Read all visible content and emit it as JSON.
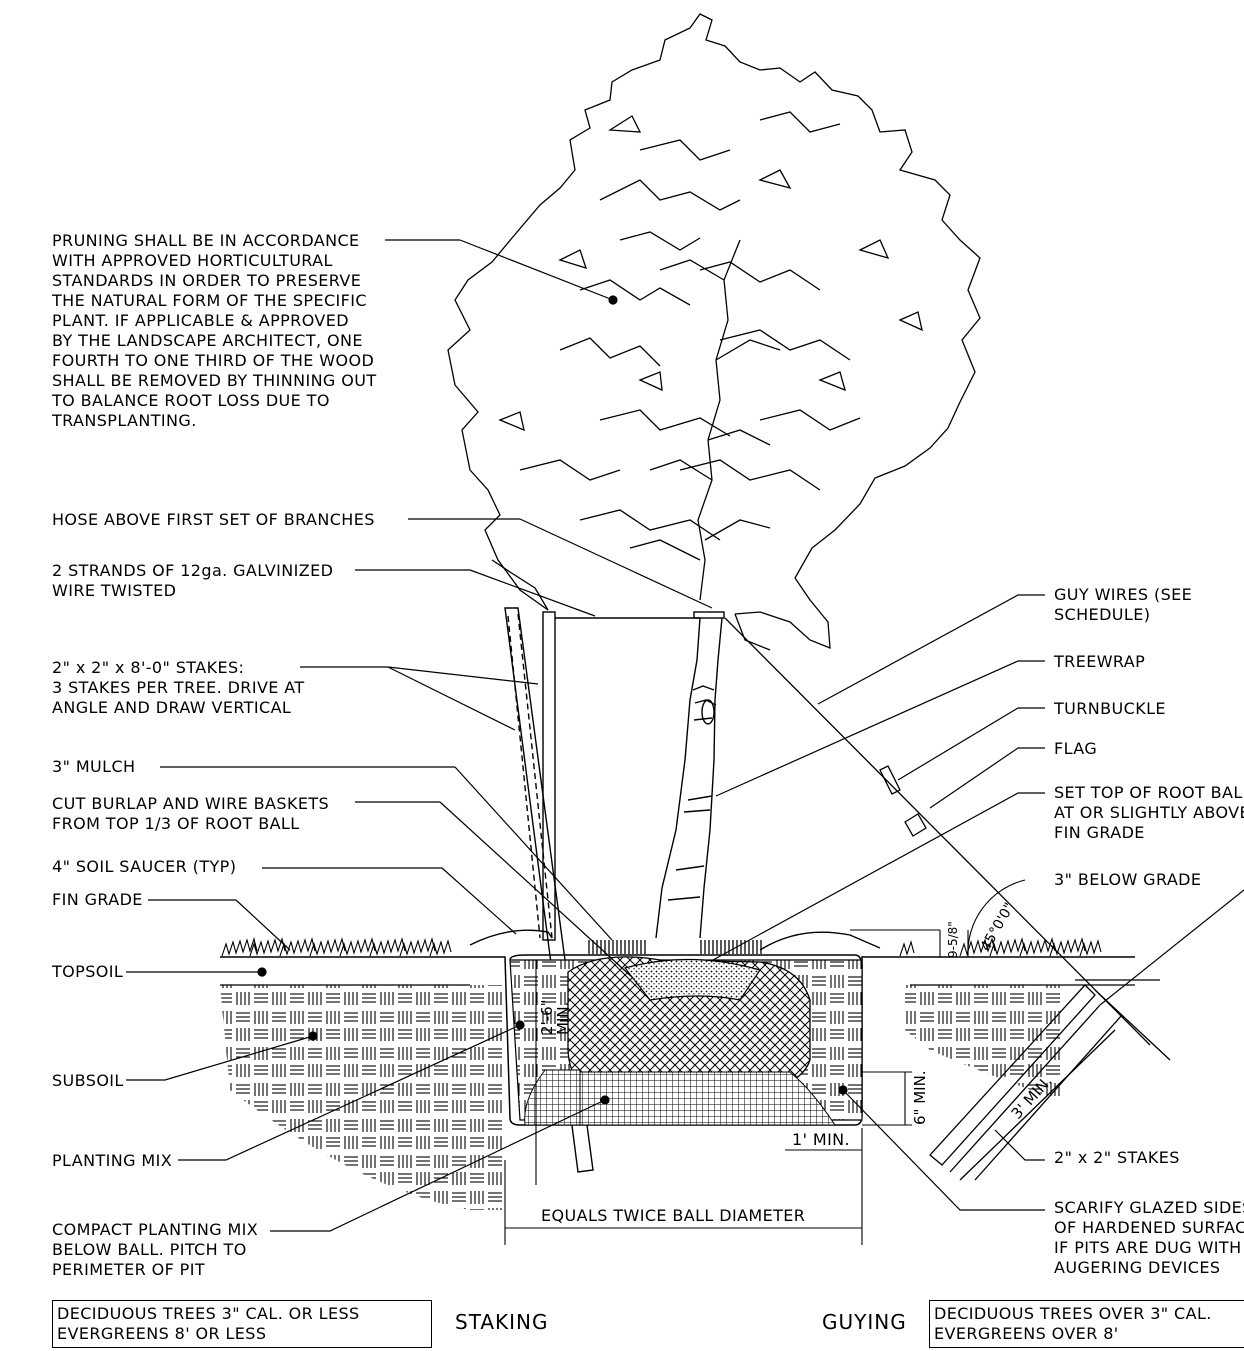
{
  "notes": {
    "pruning": "PRUNING SHALL BE IN ACCORDANCE\nWITH APPROVED HORTICULTURAL\nSTANDARDS IN ORDER TO PRESERVE\nTHE NATURAL FORM OF THE SPECIFIC\nPLANT. IF APPLICABLE & APPROVED\nBY THE LANDSCAPE ARCHITECT, ONE\nFOURTH TO ONE THIRD OF THE WOOD\nSHALL BE REMOVED BY THINNING OUT\nTO BALANCE ROOT LOSS DUE TO\nTRANSPLANTING.",
    "hose": "HOSE ABOVE FIRST SET OF BRANCHES",
    "strands": "2 STRANDS OF 12ga. GALVINIZED\nWIRE TWISTED",
    "stakes": "2\" x 2\" x 8'-0\" STAKES:\n3 STAKES PER TREE. DRIVE AT\nANGLE AND DRAW VERTICAL",
    "mulch": "3\" MULCH",
    "burlap": "CUT BURLAP AND WIRE BASKETS\nFROM TOP 1/3 OF ROOT BALL",
    "saucer": "4\" SOIL SAUCER (TYP)",
    "fin_grade": "FIN GRADE",
    "topsoil": "TOPSOIL",
    "subsoil": "SUBSOIL",
    "planting_mix": "PLANTING MIX",
    "compact": "COMPACT PLANTING MIX\nBELOW BALL. PITCH TO\nPERIMETER OF PIT",
    "guy_wires": "GUY WIRES (SEE\nSCHEDULE)",
    "treewrap": "TREEWRAP",
    "turnbuckle": "TURNBUCKLE",
    "flag": "FLAG",
    "set_top": "SET TOP OF ROOT BALL\nAT OR SLIGHTLY ABOVE\nFIN GRADE",
    "below_grade": "3\" BELOW GRADE",
    "stakes_2x2": "2\" x 2\" STAKES",
    "scarify": "SCARIFY GLAZED SIDES\nOF HARDENED SURFACE\nIF PITS ARE DUG WITH\nAUGERING DEVICES"
  },
  "dimensions": {
    "depth": "2'-6\"\nMIN.",
    "six_min": "6\" MIN.",
    "one_min": "1' MIN.",
    "twice": "EQUALS TWICE BALL DIAMETER",
    "nine_five_eighths": "9-5/8\"",
    "angle": "45°0'0\"",
    "three_min": "3' MIN."
  },
  "footer": {
    "left_box": "DECIDUOUS TREES 3\" CAL. OR LESS\nEVERGREENS 8' OR LESS",
    "staking": "STAKING",
    "guying": "GUYING",
    "right_box": "DECIDUOUS TREES OVER 3\" CAL.\nEVERGREENS OVER 8'"
  }
}
